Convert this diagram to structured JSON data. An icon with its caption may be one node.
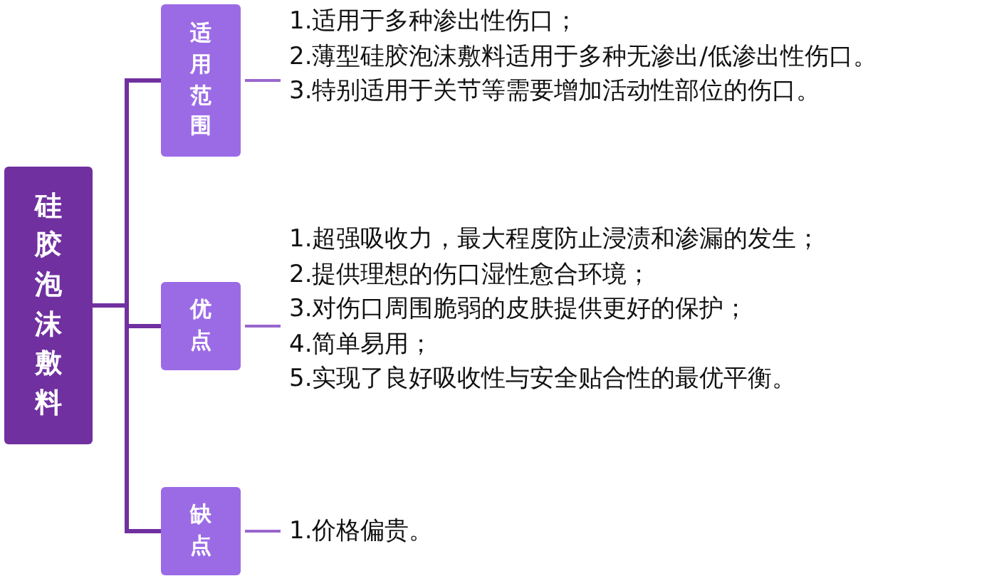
{
  "diagram": {
    "nodes": [
      {
        "text": [
          "硅胶泡沫敷料"
        ]
      },
      {
        "text": [
          "适用范围"
        ]
      },
      {
        "text": [
          "优点"
        ]
      },
      {
        "text": [
          "缺点"
        ]
      },
      {
        "text": [
          "1.适用于多种渗出性伤口；",
          "2.薄型硅胶泡沫敷料适用于多种无渗出/低渗出性伤口。",
          "3.特别适用于关节等需要增加活动性部位的伤口。"
        ]
      },
      {
        "text": [
          "1.超强吸收力，最大程度防止浸渍和渗漏的发生；",
          "2.提供理想的伤口湿性愈合环境；",
          "3.对伤口周围脆弱的皮肤提供更好的保护；",
          "4.简单易用；",
          "5.实现了良好吸收性与安全贴合性的最优平衡。"
        ]
      },
      {
        "text": [
          "1.价格偏贵。"
        ]
      }
    ],
    "edges": [
      {
        "from": 0,
        "to": 1,
        "arrow": "none"
      },
      {
        "from": 0,
        "to": 2,
        "arrow": "none"
      },
      {
        "from": 0,
        "to": 3,
        "arrow": "none"
      },
      {
        "from": 1,
        "to": 4,
        "arrow": "none",
        "color": "#9966cc"
      },
      {
        "from": 2,
        "to": 5,
        "arrow": "none",
        "color": "#9966cc"
      },
      {
        "from": 3,
        "to": 6,
        "arrow": "none",
        "color": "#9966cc"
      }
    ]
  }
}
